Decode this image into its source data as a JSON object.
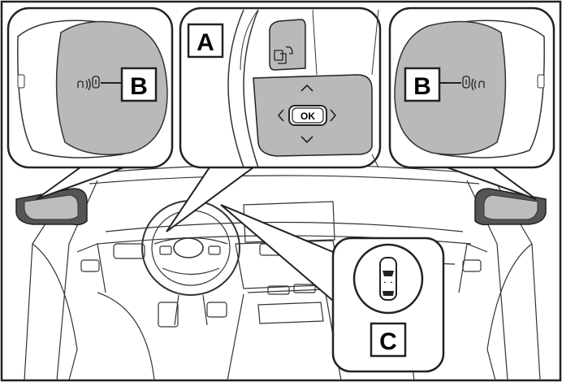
{
  "figure": {
    "callouts": {
      "a": "A",
      "b_left": "B",
      "b_right": "B",
      "c": "C"
    },
    "switch": {
      "ok_label": "OK"
    }
  }
}
